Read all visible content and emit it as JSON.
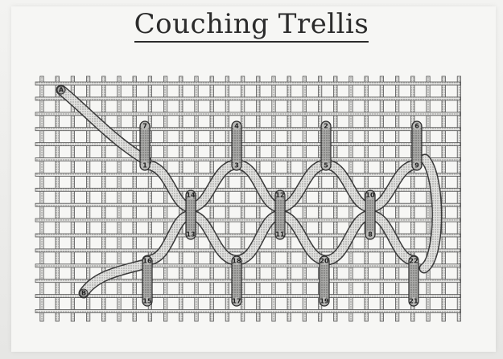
{
  "title": "Couching Trellis",
  "letters": {
    "start": "A",
    "end": "B"
  },
  "numbers": [
    "7",
    "4",
    "6",
    "2",
    "1",
    "3",
    "5",
    "9",
    "14",
    "12",
    "10",
    "13",
    "11",
    "8",
    "16",
    "18",
    "20",
    "22",
    "15",
    "17",
    "19",
    "21"
  ]
}
